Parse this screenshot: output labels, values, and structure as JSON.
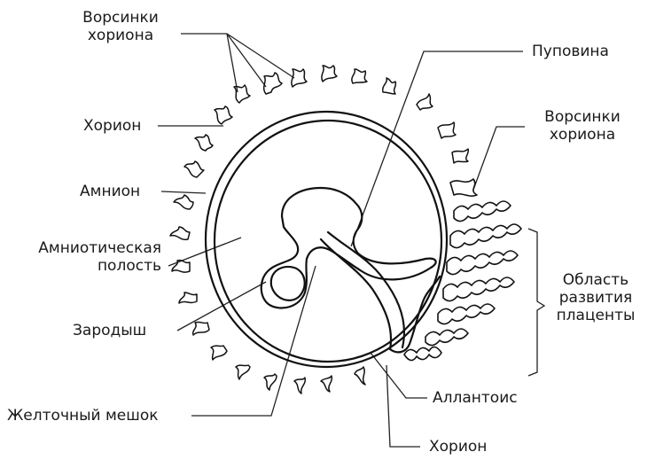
{
  "labels": {
    "villi_top_1": "Ворсинки",
    "villi_top_2": "хориона",
    "chorion_left": "Хорион",
    "amnion": "Амнион",
    "amniotic_cavity_1": "Амниотическая",
    "amniotic_cavity_2": "полость",
    "embryo": "Зародыш",
    "yolk_sac": "Желточный мешок",
    "umbilical_cord": "Пуповина",
    "villi_right_1": "Ворсинки",
    "villi_right_2": "хориона",
    "placenta_1": "Область",
    "placenta_2": "развития",
    "placenta_3": "плаценты",
    "allantois": "Аллантоис",
    "chorion_bottom": "Хорион"
  },
  "colors": {
    "stroke": "#111111",
    "background": "#ffffff"
  }
}
